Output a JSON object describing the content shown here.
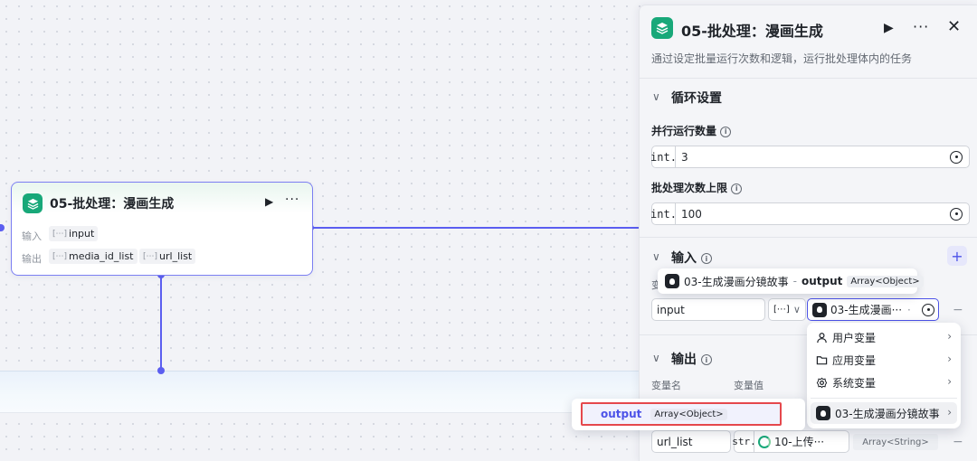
{
  "canvas": {
    "node": {
      "title": "05-批处理：漫画生成",
      "input_label": "输入",
      "output_label": "输出",
      "input_chip": "input",
      "output_chips": [
        "media_id_list",
        "url_list"
      ],
      "input_chip_icon": "[⋯]",
      "output_chip_icon": "[⋯]"
    }
  },
  "panel": {
    "title": "05-批处理：漫画生成",
    "description": "通过设定批量运行次数和逻辑，运行批处理体内的任务",
    "loop_section": {
      "title": "循环设置",
      "parallel_label": "并行运行数量",
      "parallel_type": "int.",
      "parallel_value": "3",
      "batch_label": "批处理次数上限",
      "batch_type": "int.",
      "batch_value": "100"
    },
    "input_section": {
      "title": "输入",
      "hidden_header_fragment": "变",
      "var_name": "input",
      "type_icon": "[⋯]",
      "ref_value": "03-生成漫画···",
      "ref_dot": "·"
    },
    "output_section": {
      "title": "输出",
      "col_name": "变量名",
      "col_value": "变量值",
      "row_name": "url_list",
      "row_type": "str.",
      "row_ref": "10-上传···",
      "row_badge": "Array<String>"
    }
  },
  "tooltip": {
    "node": "03-生成漫画分镜故事",
    "sep": "-",
    "field": "output",
    "type": "Array<Object>"
  },
  "menu": {
    "items": [
      {
        "label": "用户变量",
        "icon": "user-icon"
      },
      {
        "label": "应用变量",
        "icon": "folder-icon"
      },
      {
        "label": "系统变量",
        "icon": "gear-icon"
      },
      {
        "label": "03-生成漫画分镜故事",
        "icon": "bot-avatar-icon"
      }
    ]
  },
  "output_popup": {
    "field": "output",
    "type": "Array<Object>"
  },
  "colors": {
    "accent": "#4d53e8",
    "edge": "#5b5ef0",
    "node_icon": "#18a879",
    "highlight": "#e5484d"
  }
}
